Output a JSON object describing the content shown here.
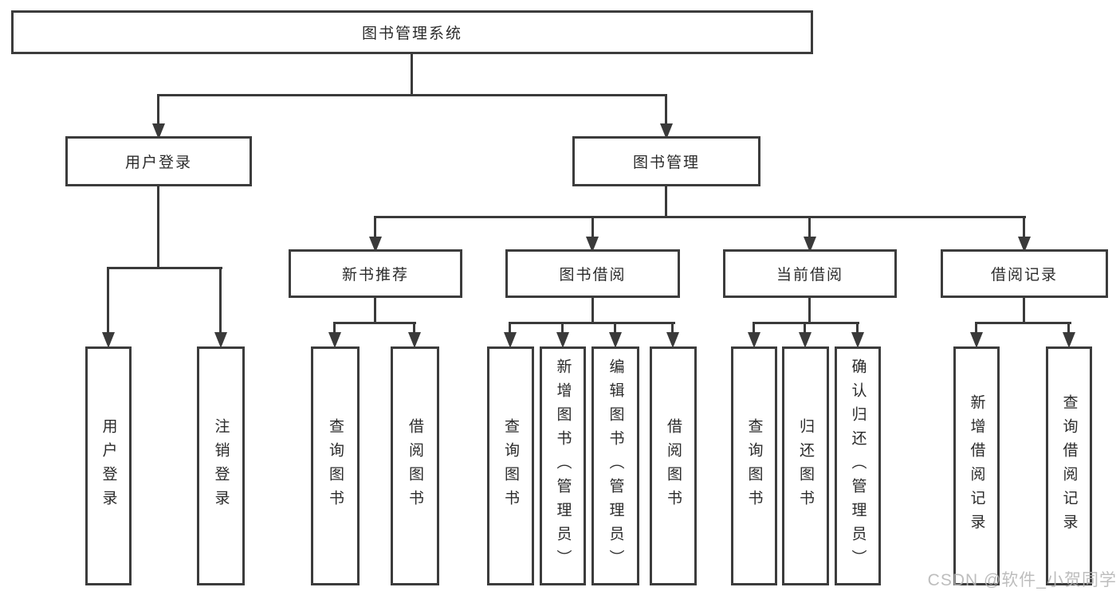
{
  "tree": {
    "root": {
      "label": "图书管理系统"
    },
    "login": {
      "label": "用户登录",
      "children": [
        "用户登录",
        "注销登录"
      ]
    },
    "manage": {
      "label": "图书管理",
      "sections": [
        {
          "label": "新书推荐",
          "children": [
            "查询图书",
            "借阅图书"
          ]
        },
        {
          "label": "图书借阅",
          "children": [
            "查询图书",
            "新增图书（管理员）",
            "编辑图书（管理员）",
            "借阅图书"
          ]
        },
        {
          "label": "当前借阅",
          "children": [
            "查询图书",
            "归还图书",
            "确认归还（管理员）"
          ]
        },
        {
          "label": "借阅记录",
          "children": [
            "新增借阅记录",
            "查询借阅记录"
          ]
        }
      ]
    }
  },
  "watermark": {
    "text": "CSDN @软件_小贺同学"
  },
  "colors": {
    "border": "#3c3c3c",
    "line": "#3a3a3a",
    "text": "#2b2b2b",
    "watermark": "#b5b5b5"
  }
}
